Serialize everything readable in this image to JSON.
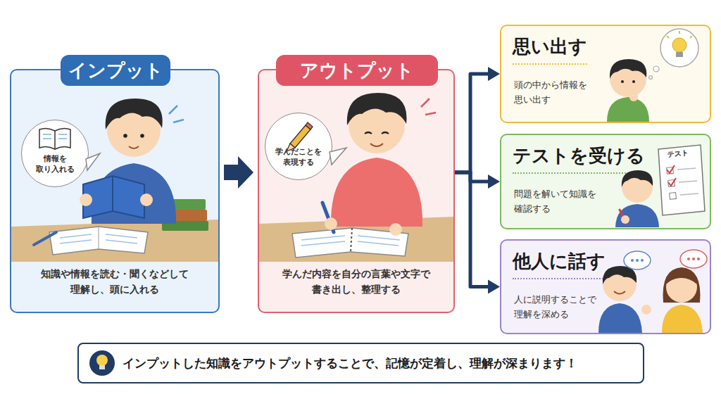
{
  "diagram": {
    "nodes": [
      {
        "text": [
          "インプット",
          "知識や情報を読む・聞くなどして 理解し、頭に入れる"
        ]
      },
      {
        "text": [
          "情報を 取り入れる"
        ],
        "in": 0
      },
      {
        "text": [
          "アウトプット",
          "学んだ内容を自分の言葉や文字で 書き出し、整理する"
        ]
      },
      {
        "text": [
          "学んだことを 表現する"
        ],
        "in": 2
      },
      {
        "text": [
          "思い出す",
          "頭の中から情報を 思い出す"
        ]
      },
      {
        "text": [
          "テストを受ける",
          "問題を解いて知識を 確認する"
        ]
      },
      {
        "text": [
          "他人に話す",
          "人に説明することで 理解を深める"
        ]
      },
      {
        "text": [
          "インプットした知識をアウトプットすることで、記憶が定着し、理解が深まります！"
        ]
      }
    ],
    "edges": [
      {
        "from": 0,
        "to": 2,
        "arrow": "to"
      },
      {
        "from": 2,
        "to": 4,
        "arrow": "to"
      },
      {
        "from": 2,
        "to": 5,
        "arrow": "to"
      },
      {
        "from": 2,
        "to": 6,
        "arrow": "to"
      }
    ],
    "labels": [
      "テスト"
    ]
  }
}
